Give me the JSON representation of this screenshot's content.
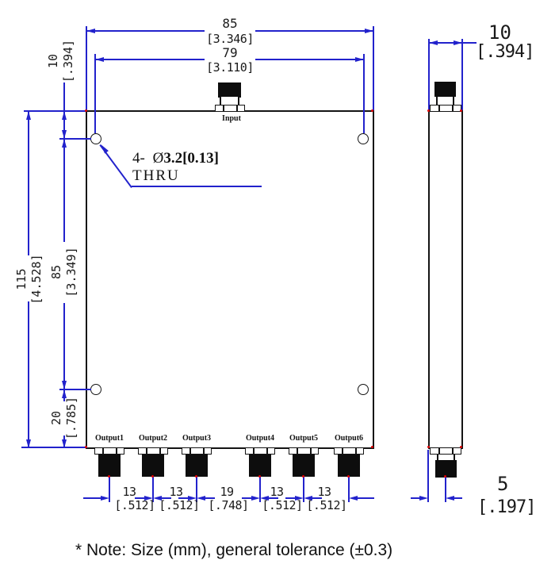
{
  "front_view": {
    "input_label": "Input",
    "output_labels": [
      "Output1",
      "Output2",
      "Output3",
      "Output4",
      "Output5",
      "Output6"
    ],
    "hole_callout": {
      "prefix": "4- ",
      "diameter_symbol": "Ø",
      "size": "3.2[0.13]",
      "thru": "THRU"
    }
  },
  "dimensions": {
    "body_width": {
      "mm": "85",
      "inch": "[3.346]"
    },
    "hole_spacing_width": {
      "mm": "79",
      "inch": "[3.110]"
    },
    "body_height": {
      "mm": "115",
      "inch": "[4.528]"
    },
    "hole_spacing_height": {
      "mm": "85",
      "inch": "[3.349]"
    },
    "hole_top_offset": {
      "mm": "10",
      "inch": "[.394]"
    },
    "hole_bottom_offset": {
      "mm": "20",
      "inch": "[.785]"
    },
    "side_thickness": {
      "mm": "10",
      "inch": "[.394]"
    },
    "connector_offset": {
      "mm": "5",
      "inch": "[.197]"
    },
    "output_spacing": [
      {
        "mm": "13",
        "inch": "[.512]"
      },
      {
        "mm": "13",
        "inch": "[.512]"
      },
      {
        "mm": "19",
        "inch": "[.748]"
      },
      {
        "mm": "13",
        "inch": "[.512]"
      },
      {
        "mm": "13",
        "inch": "[.512]"
      }
    ]
  },
  "note": "* Note: Size (mm), general tolerance (±0.3)",
  "colors": {
    "dimension_blue": "#2222cc",
    "line_black": "#141414",
    "endpoint_red": "#dd0000"
  }
}
